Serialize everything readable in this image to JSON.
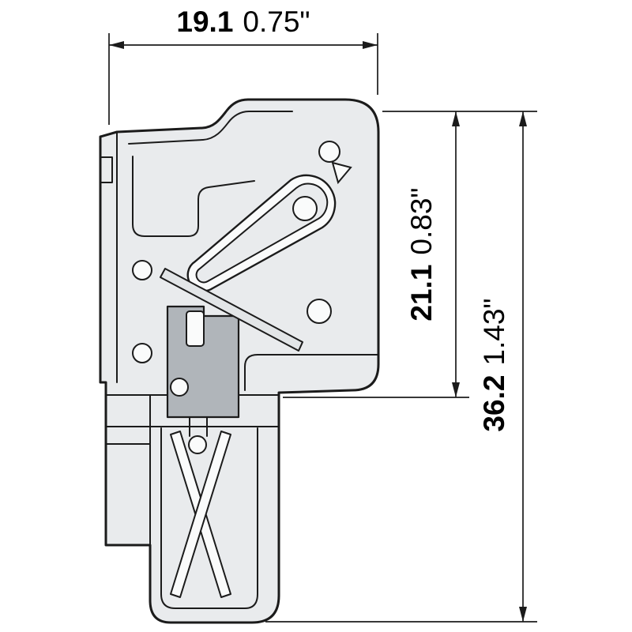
{
  "dims": {
    "width": {
      "metric": "19.1",
      "imperial": "0.75\""
    },
    "upper_height": {
      "metric": "21.1",
      "imperial": "0.83\""
    },
    "total_height": {
      "metric": "36.2",
      "imperial": "1.43\""
    }
  },
  "colors": {
    "line": "#1b1b1b",
    "body_fill": "#e9ebed",
    "metal_fill": "#b0b5ba",
    "hole_fill": "#fafbfb",
    "lever_fill": "#e2e5e7",
    "background": "#ffffff"
  }
}
